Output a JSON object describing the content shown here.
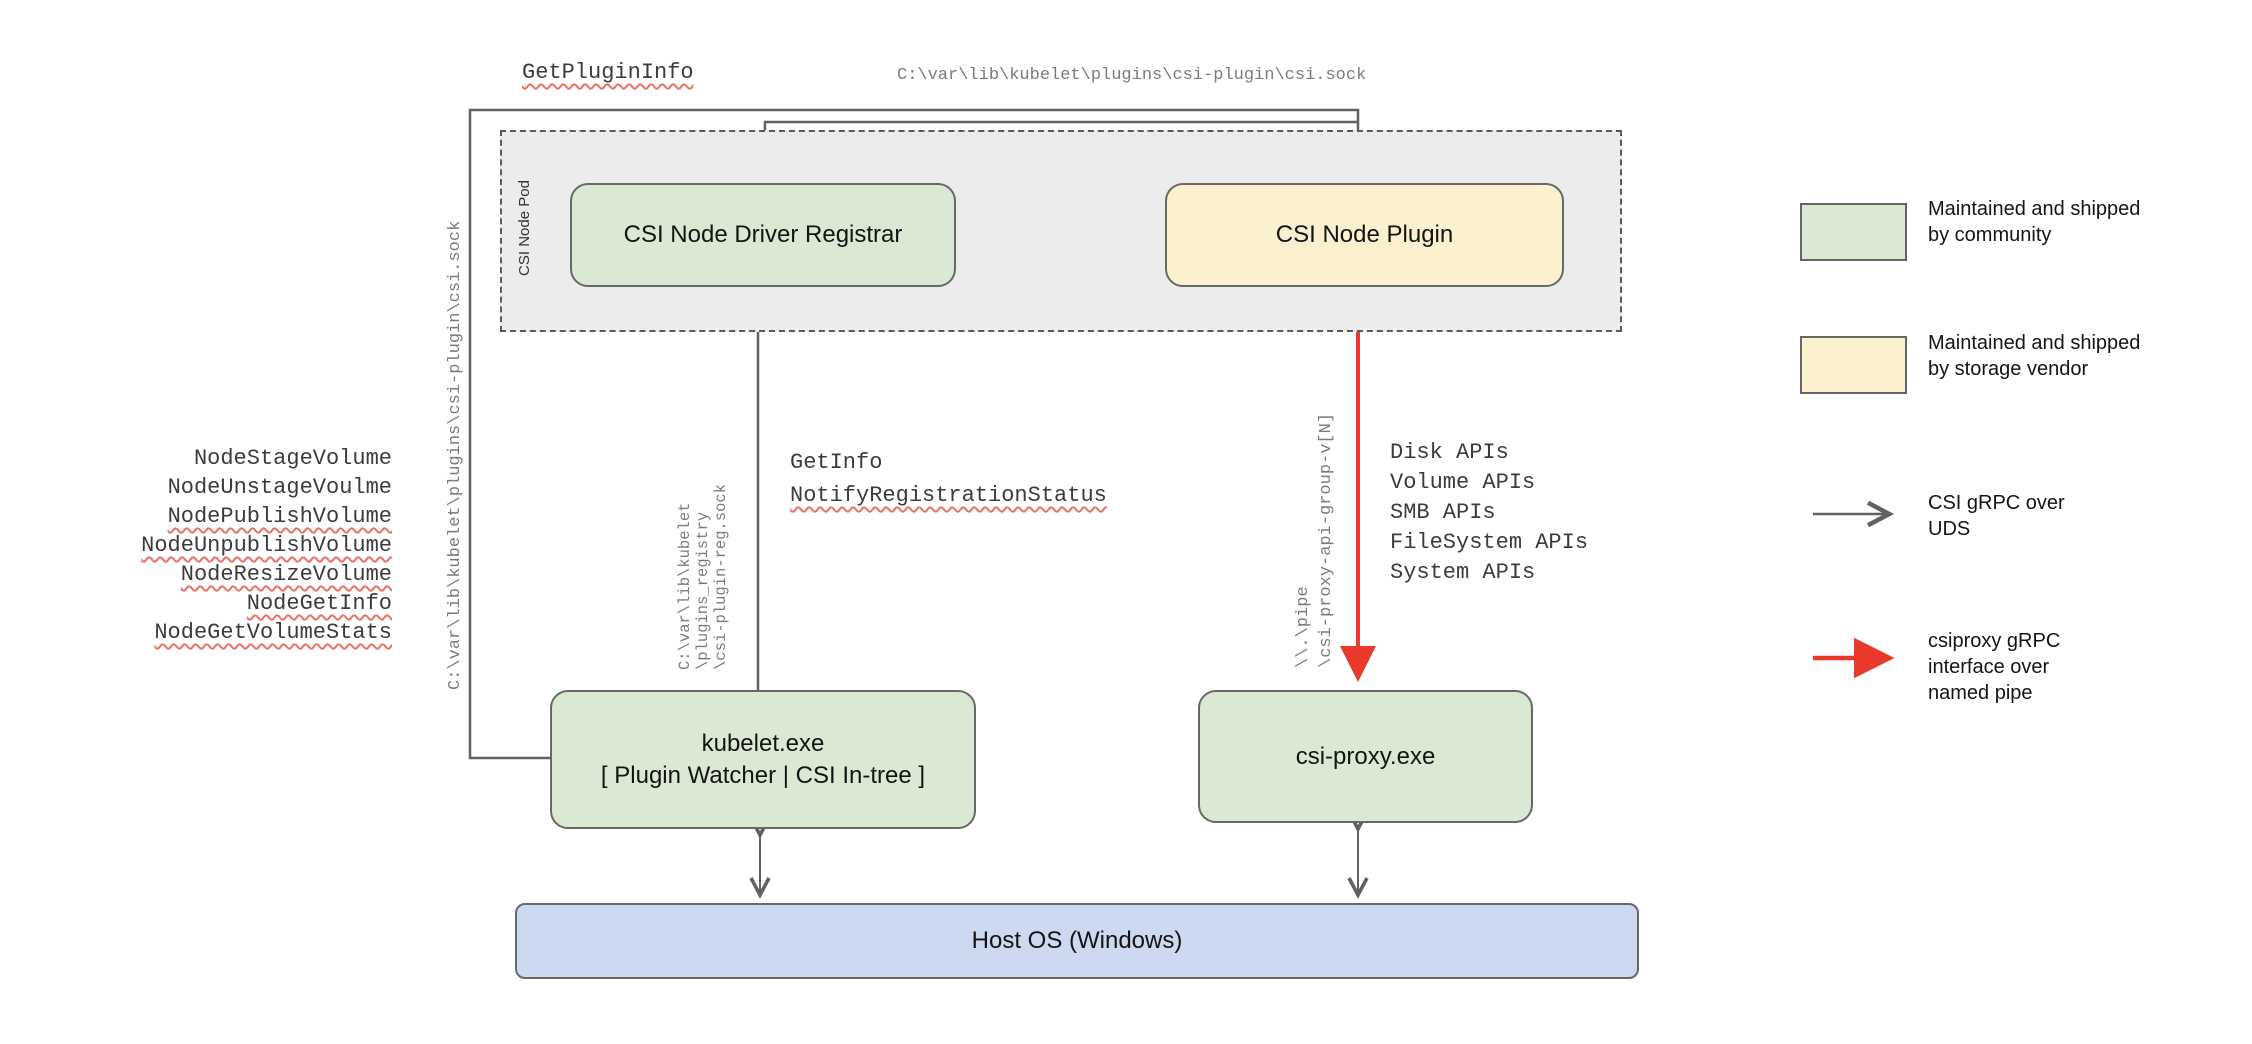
{
  "title": "CSI on Windows architecture diagram",
  "colors": {
    "community_green": "#dbe8d3",
    "vendor_yellow": "#fbf1cf",
    "host_blue": "#ccd9f0",
    "pod_fill_gray": "#ececec",
    "connector_gray": "#616161",
    "connector_red": "#e8392b",
    "squiggle_red": "#e57368"
  },
  "top_labels": {
    "get_plugin_info": "GetPluginInfo",
    "csi_sock_path": "C:\\var\\lib\\kubelet\\plugins\\csi-plugin\\csi.sock"
  },
  "pod": {
    "label": "CSI Node Pod",
    "registrar": "CSI Node Driver Registrar",
    "plugin": "CSI Node Plugin"
  },
  "nodes": {
    "kubelet_line1": "kubelet.exe",
    "kubelet_line2": "[ Plugin Watcher | CSI In-tree ]",
    "csi_proxy": "csi-proxy.exe",
    "host_os": "Host OS (Windows)"
  },
  "left_column": {
    "csi_sock_path_vertical": "C:\\var\\lib\\kubelet\\plugins\\csi-plugin\\csi.sock",
    "node_apis": [
      "NodeStageVolume",
      "NodeUnstageVoulme",
      "NodePublishVolume",
      "NodeUnpublishVolume",
      "NodeResizeVolume",
      "NodeGetInfo",
      "NodeGetVolumeStats"
    ]
  },
  "registration_channel": {
    "sock_path_vertical": "C:\\var\\lib\\kubelet\n\\plugins_registry\n\\csi-plugin-reg.sock",
    "get_info": "GetInfo",
    "notify_registration_status": "NotifyRegistrationStatus"
  },
  "proxy_channel": {
    "named_pipe_vertical": "\\\\.\\pipe\n\\csi-proxy-api-group-v[N]",
    "apis": [
      "Disk APIs",
      "Volume APIs",
      "SMB APIs",
      "FileSystem APIs",
      "System APIs"
    ]
  },
  "legend": [
    {
      "swatch": "green-box",
      "text": "Maintained and shipped\nby community"
    },
    {
      "swatch": "yellow-box",
      "text": "Maintained and shipped\nby storage vendor"
    },
    {
      "swatch": "gray-arrow",
      "text": "CSI gRPC over\nUDS"
    },
    {
      "swatch": "red-arrow",
      "text": "csiproxy gRPC\ninterface over\nnamed pipe"
    }
  ]
}
